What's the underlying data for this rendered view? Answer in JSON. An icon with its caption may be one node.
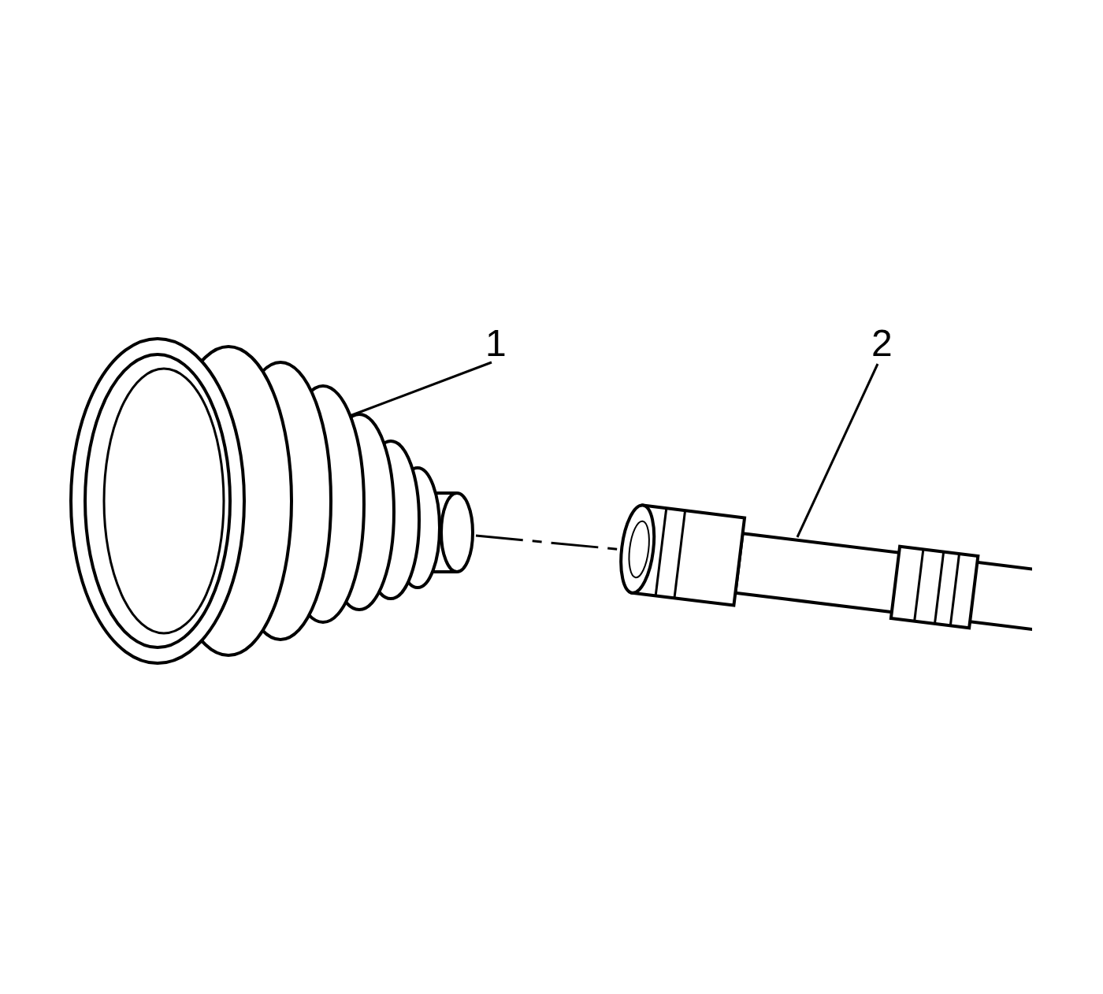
{
  "diagram": {
    "nodes": [
      {
        "text": [
          "1"
        ]
      },
      {
        "text": [
          "2"
        ]
      },
      {
        "text": [],
        "shape": "picture"
      },
      {
        "text": [],
        "shape": "picture"
      }
    ],
    "edges": [
      {
        "from": 0,
        "to": 2,
        "arrow": "none"
      },
      {
        "from": 1,
        "to": 3,
        "arrow": "none"
      },
      {
        "from": 2,
        "to": 3,
        "arrow": "none",
        "style": "dashed"
      }
    ]
  }
}
